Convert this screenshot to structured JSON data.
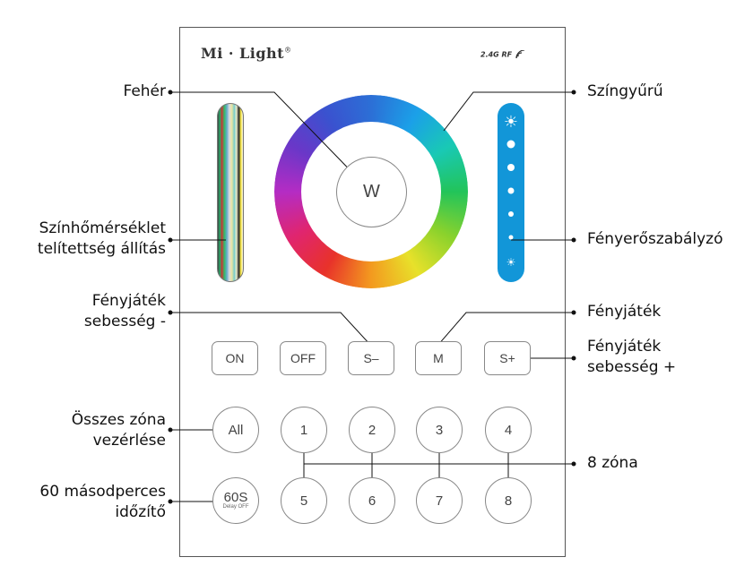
{
  "brand": {
    "name": "Mi · Light",
    "reg": "®",
    "rf": "2.4G RF"
  },
  "center_button": "W",
  "buttons_row1": [
    "ON",
    "OFF",
    "S–",
    "M",
    "S+"
  ],
  "zones_row1": [
    "All",
    "1",
    "2",
    "3",
    "4"
  ],
  "zones_row2": [
    "5",
    "6",
    "7",
    "8"
  ],
  "timer": {
    "main": "60S",
    "sub": "Delay OFF"
  },
  "labels": {
    "white": "Fehér",
    "ring": "Színgyűrű",
    "ct_line1": "Színhőmérséklet",
    "ct_line2": "telítettség állítás",
    "brightness": "Fényerőszabályzó",
    "speed_minus_line1": "Fényjáték",
    "speed_minus_line2": "sebesség -",
    "mode": "Fényjáték",
    "speed_plus_line1": "Fényjáték",
    "speed_plus_line2": "sebesség +",
    "all_line1": "Összes zóna",
    "all_line2": "vezérlése",
    "zones": "8 zóna",
    "timer_line1": "60 másodperces",
    "timer_line2": "időzítő"
  },
  "colors": {
    "brightness_bar": "#1296d8",
    "outline": "#555555"
  },
  "icons": [
    "sun-icon",
    "wifi-signal-icon"
  ]
}
